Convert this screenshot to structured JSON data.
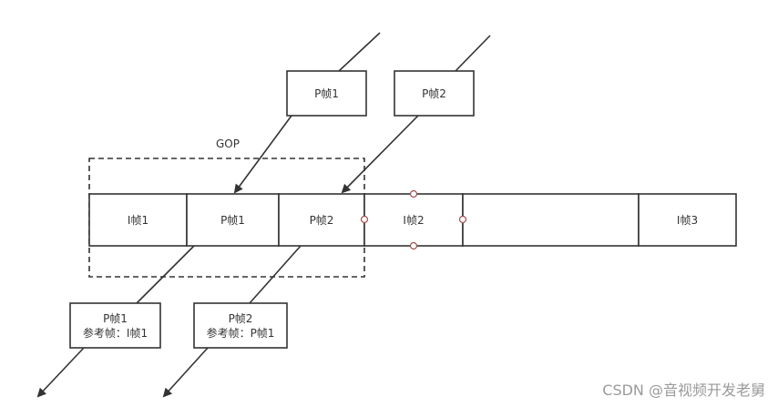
{
  "gop_label": "GOP",
  "frames": [
    {
      "label": "I帧1"
    },
    {
      "label": "P帧1"
    },
    {
      "label": "P帧2"
    },
    {
      "label": "I帧2"
    },
    {
      "label": ""
    },
    {
      "label": "I帧3"
    }
  ],
  "incoming": [
    {
      "label": "P帧1"
    },
    {
      "label": "P帧2"
    }
  ],
  "outgoing": [
    {
      "line1": "P帧1",
      "line2": "参考帧：I帧1"
    },
    {
      "line1": "P帧2",
      "line2": "参考帧：P帧1"
    }
  ],
  "watermark": "CSDN @音视频开发老舅"
}
